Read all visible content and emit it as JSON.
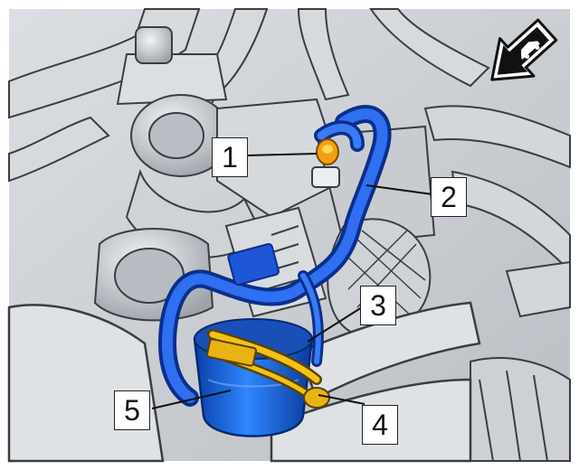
{
  "callouts": [
    {
      "id": "c1",
      "label": "1"
    },
    {
      "id": "c2",
      "label": "2"
    },
    {
      "id": "c3",
      "label": "3"
    },
    {
      "id": "c4",
      "label": "4"
    },
    {
      "id": "c5",
      "label": "5"
    }
  ],
  "colors": {
    "engine_gray": "#c9cdd2",
    "line_dark": "#3a3d42",
    "hose_blue": "#1f4fd1",
    "filter_blue": "#1e6ee8",
    "clamp_yellow": "#f2c21a",
    "screw_orange": "#f0a010"
  },
  "icons": {
    "direction": "front-of-vehicle-arrow-icon"
  }
}
